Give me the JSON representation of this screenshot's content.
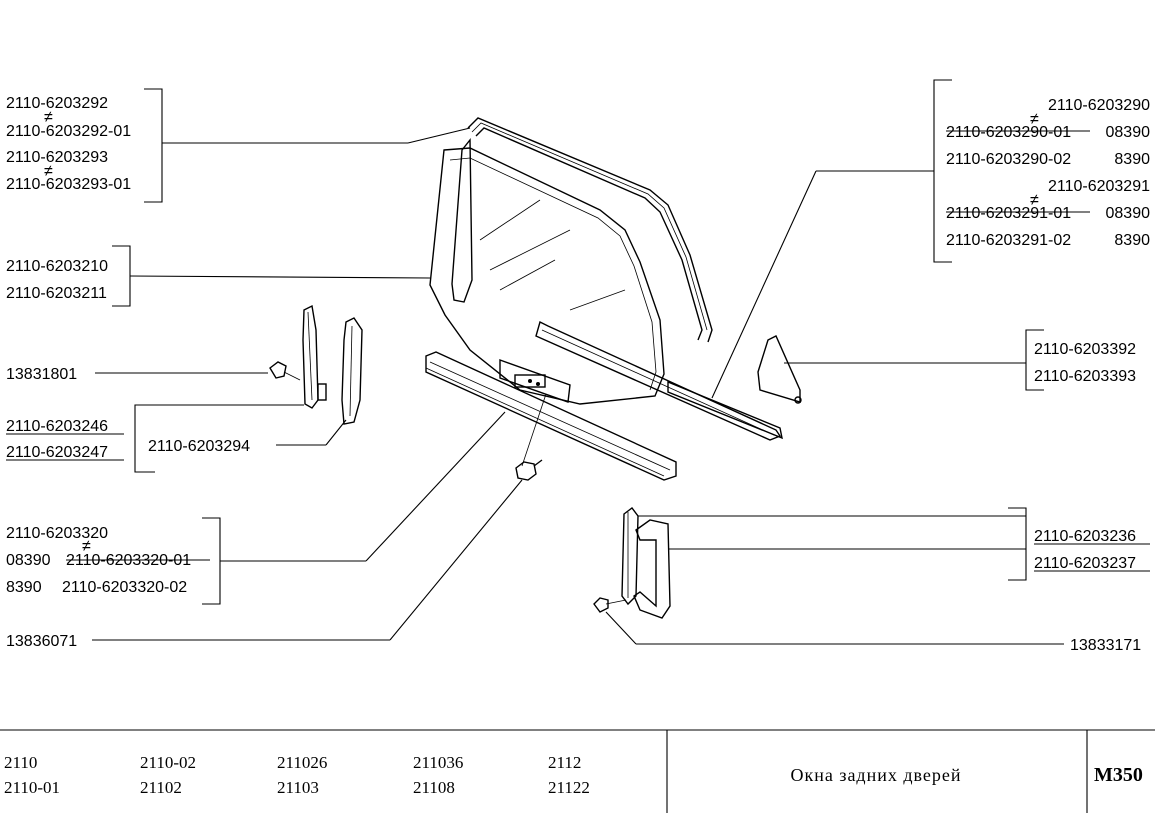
{
  "left_labels": {
    "g1": [
      "2110-6203292",
      "2110-6203292-01",
      "2110-6203293",
      "2110-6203293-01"
    ],
    "g2": [
      "2110-6203210",
      "2110-6203211"
    ],
    "bolt1": "13831801",
    "g3": [
      "2110-6203246",
      "2110-6203247"
    ],
    "g4": "2110-6203294",
    "g5": {
      "line1": "2110-6203320",
      "line2_prefix": "08390",
      "line2_code": "2110-6203320-01",
      "line3_prefix": "8390",
      "line3_code": "2110-6203320-02"
    },
    "bolt2": "13836071"
  },
  "right_labels": {
    "g1": [
      {
        "code": "2110-6203290",
        "suffix": ""
      },
      {
        "code": "2110-6203290-01",
        "suffix": "08390"
      },
      {
        "code": "2110-6203290-02",
        "suffix": "8390"
      },
      {
        "code": "2110-6203291",
        "suffix": ""
      },
      {
        "code": "2110-6203291-01",
        "suffix": "08390"
      },
      {
        "code": "2110-6203291-02",
        "suffix": "8390"
      }
    ],
    "g2": [
      "2110-6203392",
      "2110-6203393"
    ],
    "g3": [
      "2110-6203236",
      "2110-6203237"
    ],
    "bolt": "13833171"
  },
  "symbols": {
    "not_equal": "≠"
  },
  "footer": {
    "models": [
      [
        "2110",
        "2110-01"
      ],
      [
        "2110-02",
        "21102"
      ],
      [
        "211026",
        "21103"
      ],
      [
        "211036",
        "21108"
      ],
      [
        "2112",
        "21122"
      ]
    ],
    "title": "Окна задних дверей",
    "code": "M350"
  }
}
